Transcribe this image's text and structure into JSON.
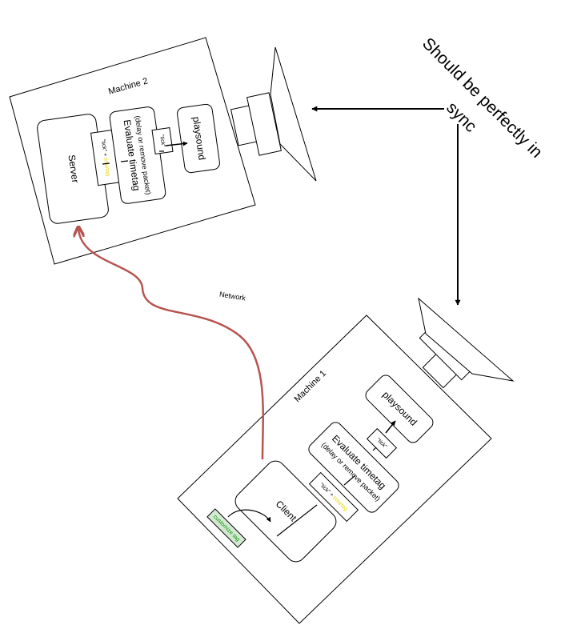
{
  "diagram": {
    "network_label": "Network",
    "sync_note": {
      "line1": "Should be perfectly in",
      "line2": "sync"
    },
    "machine2": {
      "title": "Machine 2",
      "server_label": "Server",
      "evaluate": {
        "line1": "Evaluate timetag",
        "line2": "(delay or remove packet)"
      },
      "playsound_label": "playsound",
      "packet_tick_timetag": {
        "part1": "\"tick\" + ",
        "part2": "timetag"
      },
      "packet_tick": "\"tick\""
    },
    "machine1": {
      "title": "Machine 1",
      "client_label": "Client",
      "evaluate": {
        "line1": "Evaluate timetag",
        "line2": "(delay or remove packet)"
      },
      "playsound_label": "playsound",
      "packet_tick_timetag": {
        "part1": "\"tick\" + ",
        "part2": "timetag"
      },
      "packet_tick": "\"tick\"",
      "customize_label": "customize tag"
    },
    "colors": {
      "network_path": "#b85450",
      "timetag_highlight": "#e6d800",
      "customize_text": "#009900",
      "customize_fill": "#d5e8d4",
      "customize_stroke": "#82b366",
      "stroke": "#000000"
    },
    "icons": [
      "speaker-icon",
      "speaker-icon"
    ]
  }
}
